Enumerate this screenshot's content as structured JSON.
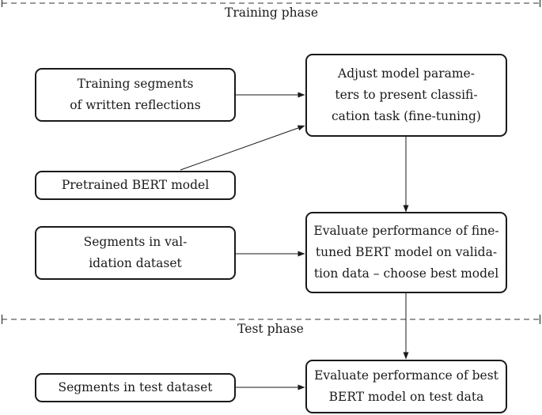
{
  "phases": {
    "training_label": "Training phase",
    "test_label": "Test phase"
  },
  "boxes": {
    "training_segments": [
      "Training segments",
      "of written reflections"
    ],
    "pretrained_bert": [
      "Pretrained BERT model"
    ],
    "validation_segments": [
      "Segments in val-",
      "idation dataset"
    ],
    "test_segments": [
      "Segments in test dataset"
    ],
    "adjust_parameters": [
      "Adjust model parame-",
      "ters to present classifi-",
      "cation task (fine-tuning)"
    ],
    "evaluate_validation": [
      "Evaluate performance of fine-",
      "tuned BERT model on valida-",
      "tion data – choose best model"
    ],
    "evaluate_test": [
      "Evaluate performance of best",
      "BERT model on test data"
    ]
  },
  "colors": {
    "stroke": "#1a1a1a",
    "background": "#ffffff"
  }
}
